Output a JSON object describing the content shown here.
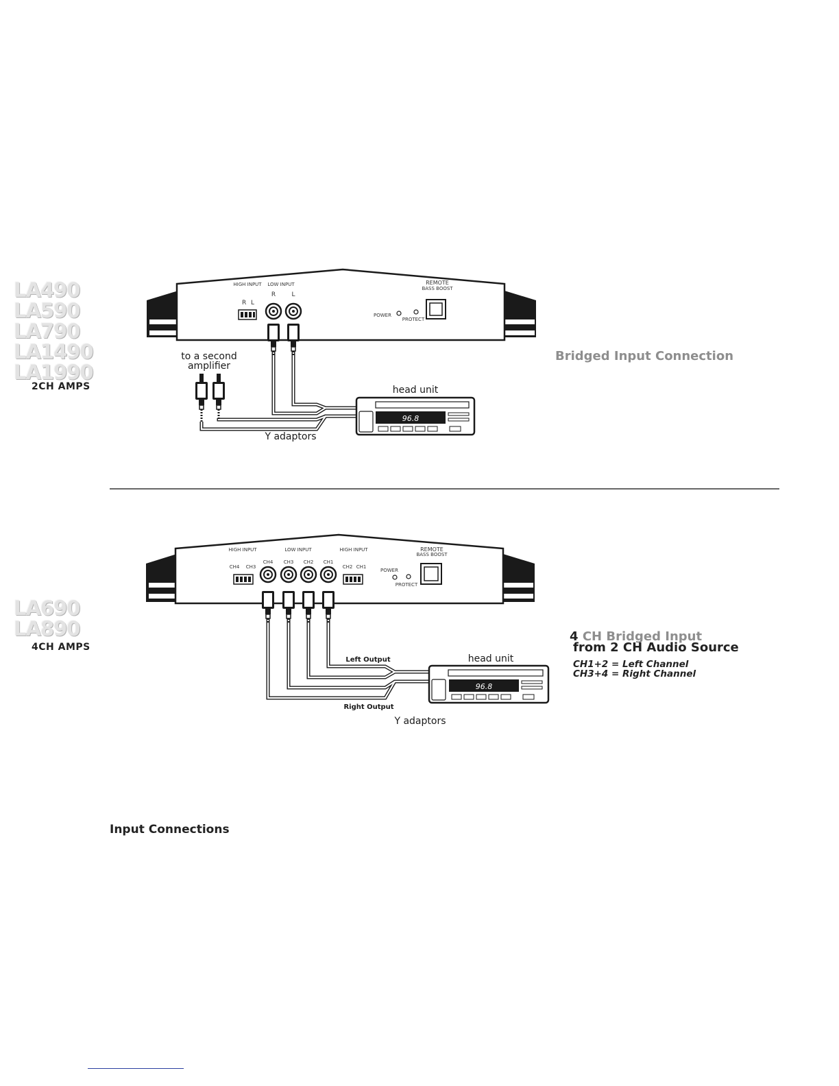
{
  "section1": {
    "models": [
      "LA490",
      "LA590",
      "LA790",
      "LA1490",
      "LA1990"
    ],
    "amps_label": "2CH AMPS",
    "title": "Bridged Input Connection",
    "panel": {
      "high_input": "HIGH INPUT",
      "low_input": "LOW INPUT",
      "r": "R",
      "l": "L",
      "remote": "REMOTE",
      "bass_boost": "BASS BOOST",
      "power": "POWER",
      "protect": "PROTECT"
    },
    "labels": {
      "second_amp_line1": "to a second",
      "second_amp_line2": "amplifier",
      "head_unit": "head unit",
      "y_adaptors": "Y adaptors",
      "display": "96.8"
    }
  },
  "section2": {
    "models": [
      "LA690",
      "LA890"
    ],
    "amps_label": "4CH AMPS",
    "title_num": "4",
    "title_rest": "CH Bridged Input",
    "title_line2": "from 2 CH Audio Source",
    "eq1": "CH1+2 = Left Channel",
    "eq2": "CH3+4 = Right Channel",
    "panel": {
      "high_input": "HIGH INPUT",
      "low_input": "LOW INPUT",
      "ch4": "CH4",
      "ch3": "CH3",
      "ch2": "CH2",
      "ch1": "CH1",
      "remote": "REMOTE",
      "bass_boost": "BASS BOOST",
      "power": "POWER",
      "protect": "PROTECT"
    },
    "labels": {
      "left_output": "Left Output",
      "right_output": "Right Output",
      "head_unit": "head unit",
      "y_adaptors": "Y adaptors",
      "display": "96.8"
    }
  },
  "page_title": "Input Connections"
}
